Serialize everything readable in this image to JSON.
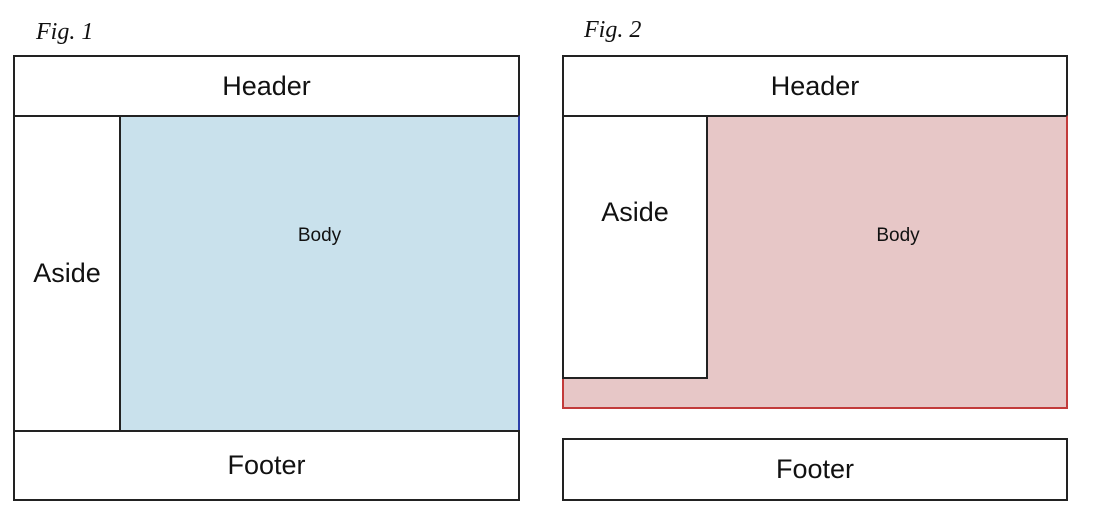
{
  "colors": {
    "fig1_body_fill": "#c9e1ec",
    "fig2_body_fill": "#e7c7c7",
    "fig1_body_right_edge": "#2d3fa8",
    "fig2_body_border": "#c23b3b",
    "outline": "#222222"
  },
  "fig1": {
    "caption": "Fig. 1",
    "header": "Header",
    "aside": "Aside",
    "body": "Body",
    "footer": "Footer"
  },
  "fig2": {
    "caption": "Fig. 2",
    "header": "Header",
    "aside": "Aside",
    "body": "Body",
    "footer": "Footer"
  }
}
